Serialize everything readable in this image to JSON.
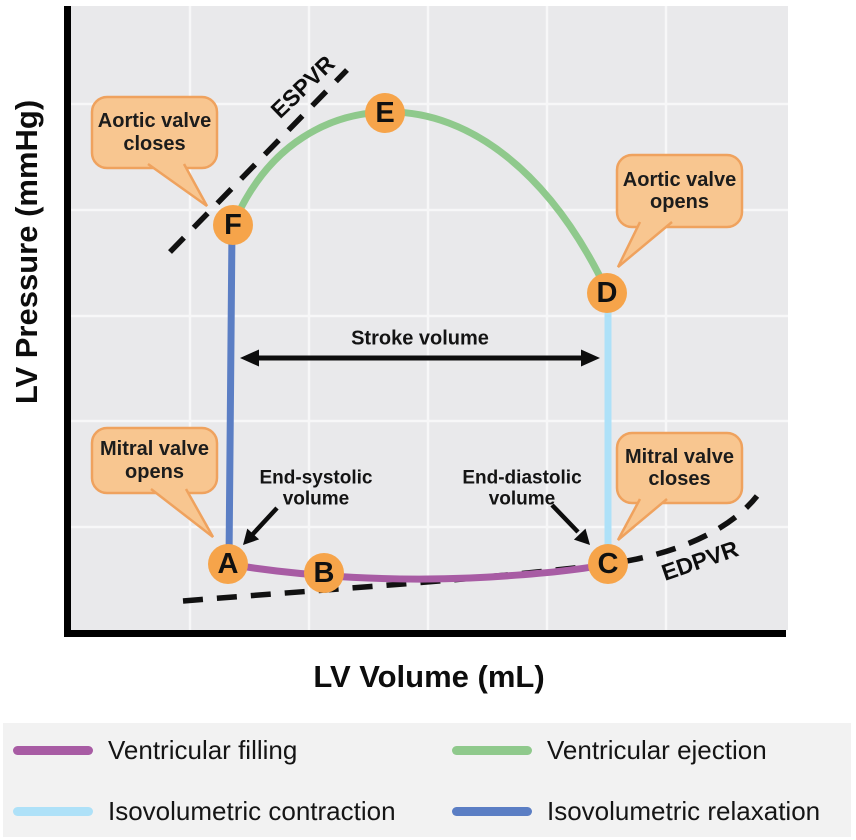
{
  "figure": {
    "y_axis_label": "LV Pressure (mmHg)",
    "x_axis_label": "LV Volume (mL)"
  },
  "labels": {
    "espvr": "ESPVR",
    "edpvr": "EDPVR",
    "stroke_volume": "Stroke volume",
    "end_systolic_volume": "End-systolic volume",
    "end_diastolic_volume": "End-diastolic volume"
  },
  "callouts": {
    "aortic_valve_closes": "Aortic valve closes",
    "aortic_valve_opens": "Aortic valve opens",
    "mitral_valve_opens": "Mitral valve opens",
    "mitral_valve_closes": "Mitral valve closes"
  },
  "points": {
    "a": "A",
    "b": "B",
    "c": "C",
    "d": "D",
    "e": "E",
    "f": "F"
  },
  "legend": {
    "items": [
      {
        "label": "Ventricular filling",
        "color": "#A85CA4"
      },
      {
        "label": "Ventricular ejection",
        "color": "#8FC98C"
      },
      {
        "label": "Isovolumetric contraction",
        "color": "#AEE1F8"
      },
      {
        "label": "Isovolumetric relaxation",
        "color": "#5B7EC4"
      }
    ]
  },
  "colors": {
    "ventricular_filling": "#A85CA4",
    "ventricular_ejection": "#8FC98C",
    "isovolumetric_contraction": "#AEE1F8",
    "isovolumetric_relaxation": "#5B7EC4",
    "point_marker": "#F6A44A",
    "callout_fill": "#F8C690",
    "callout_border": "#EFA25E",
    "dashed_line": "#111111",
    "arrow_black": "#0d0d0d",
    "plot_background": "#E9E9EB",
    "gridline": "#F7F7F8",
    "axis_black": "#000000",
    "legend_background": "#F2F2F2"
  },
  "diagram_meta": {
    "type": "pressure-volume loop",
    "segments": [
      {
        "from": "A",
        "to": "C",
        "phase": "Ventricular filling"
      },
      {
        "from": "C",
        "to": "D",
        "phase": "Isovolumetric contraction"
      },
      {
        "from": "D",
        "to": "F",
        "phase": "Ventricular ejection",
        "through": "E"
      },
      {
        "from": "F",
        "to": "A",
        "phase": "Isovolumetric relaxation"
      }
    ]
  }
}
